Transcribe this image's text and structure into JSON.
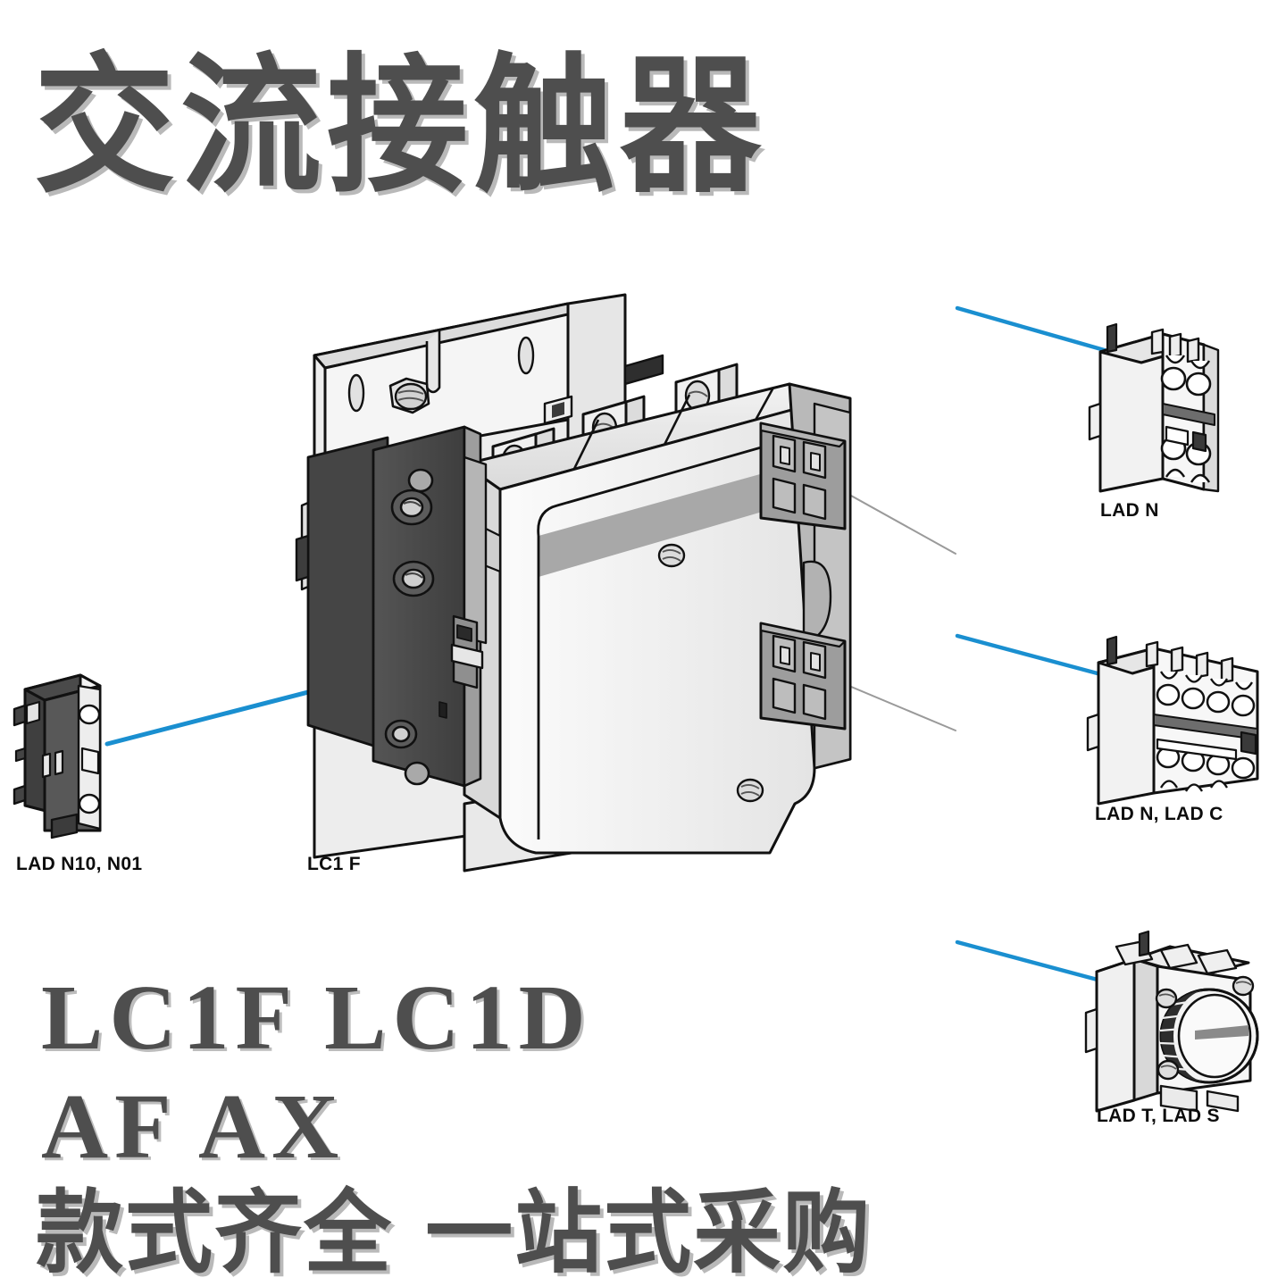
{
  "headline": {
    "text": "交流接触器",
    "color": "#4e4e4e",
    "shadow_color": "#b9b9b9"
  },
  "model_text": {
    "line1": "LC1F LC1D",
    "line2": "AF AX",
    "slogan": "款式齐全 一站式采购",
    "color": "#4e4e4e"
  },
  "labels": {
    "main_contactor": "LC1 F",
    "aux_left": "LAD N10, N01",
    "aux_top_right": "LAD N",
    "aux_mid_right": "LAD N, LAD C",
    "aux_bottom_right": "LAD T, LAD S"
  },
  "colors": {
    "accent_blue": "#1a8fd0",
    "accent_blue_light": "#4cb3e0",
    "leader_gray": "#9a9a9a",
    "outline": "#111111",
    "body_white": "#f4f4f4",
    "body_light": "#e9e9e9",
    "body_mid": "#d6d6d6",
    "body_shade": "#bdbdbd",
    "dark_module": "#4a4a4a",
    "dark_module_2": "#3c3c3c",
    "terminal_gray": "#9d9d9d",
    "terminal_gray_dark": "#828282",
    "band_gray": "#a8a8a8",
    "background": "#ffffff"
  },
  "diagram": {
    "type": "exploded-product-illustration",
    "subject": "AC contactor with auxiliary accessory modules",
    "connector_style": "blue-spine-with-branches",
    "parts_count": 5
  }
}
